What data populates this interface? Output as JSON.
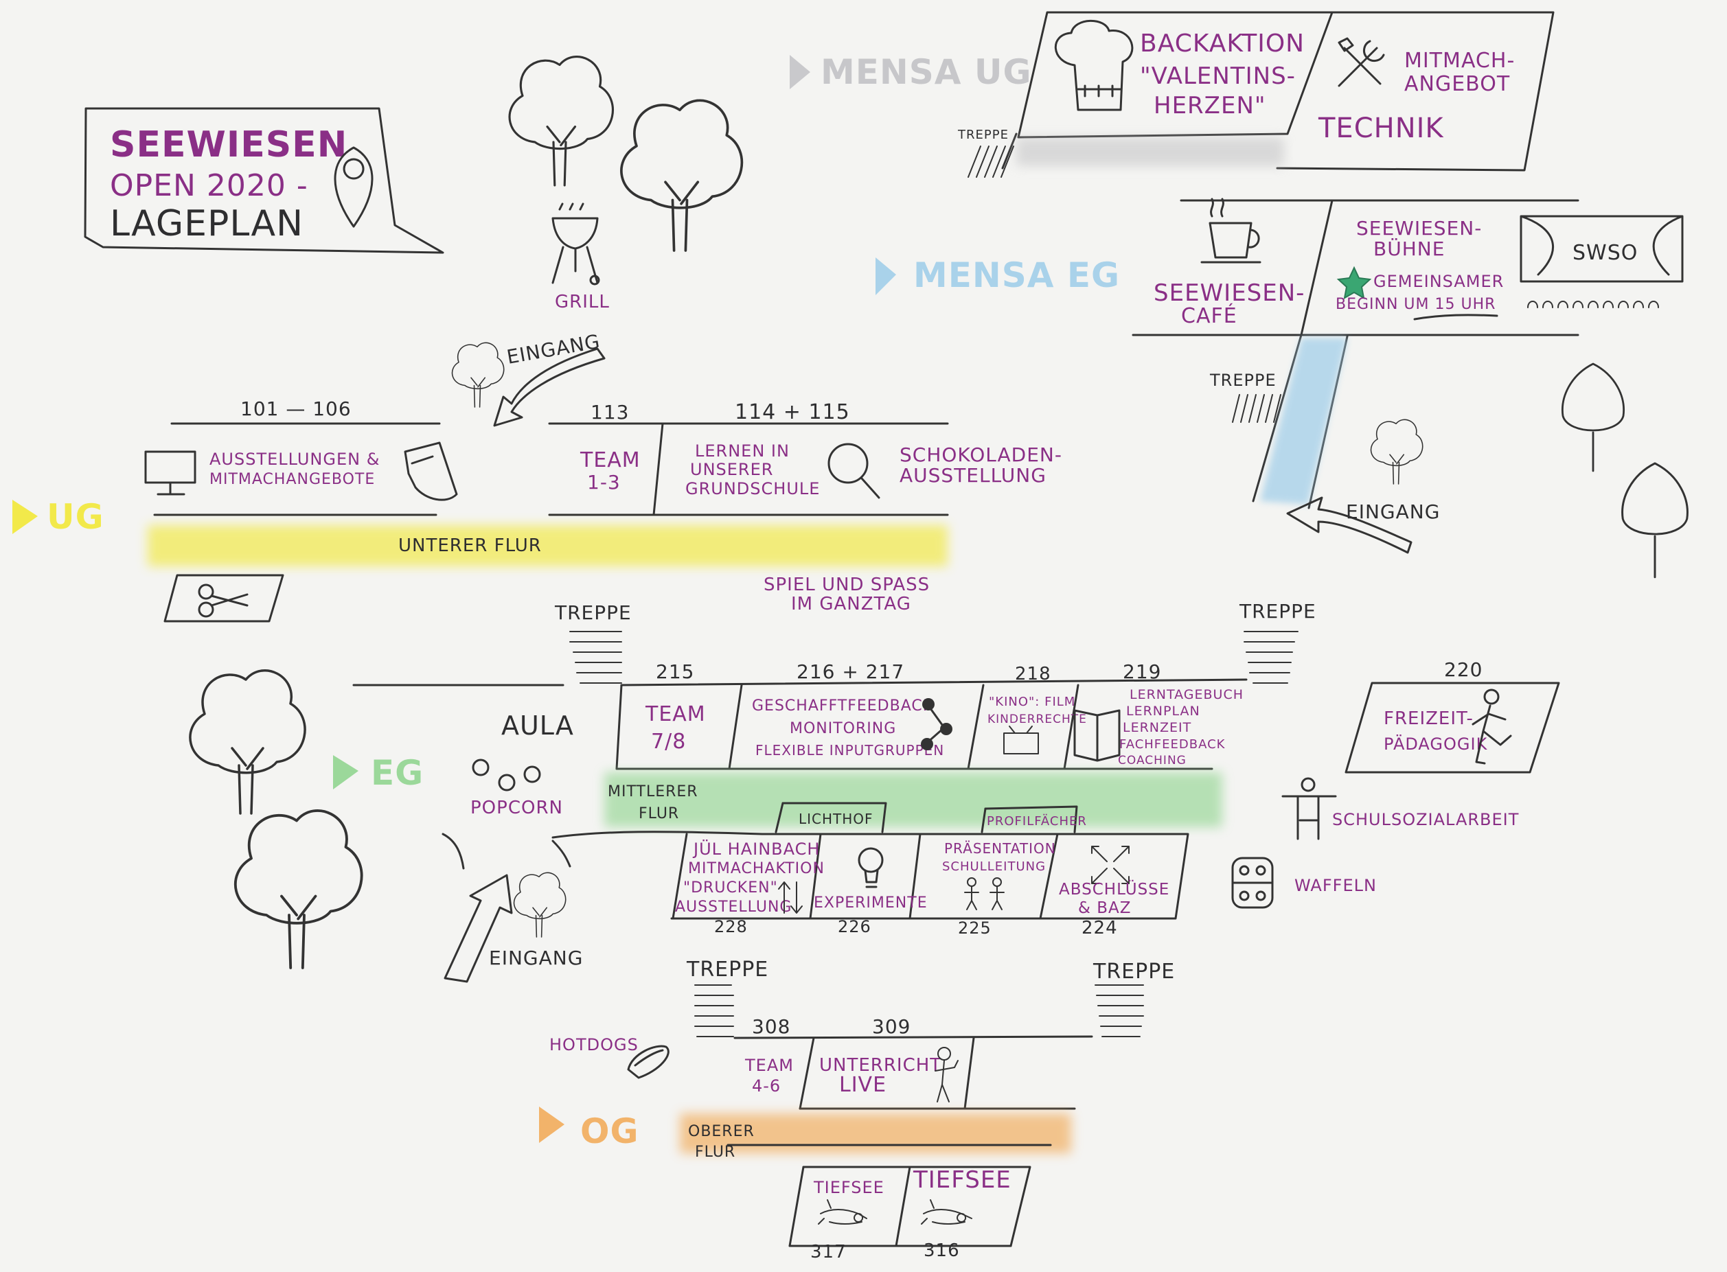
{
  "title": {
    "line1": "SEEWIESEN",
    "line2": "OPEN 2020 -",
    "line3": "LAGEPLAN"
  },
  "colors": {
    "purple": "#8a2f86",
    "ink": "#333333",
    "ug": "#f2e94a",
    "eg": "#9bd89a",
    "og": "#f2b36a",
    "mensa_ug": "#c9c9cc",
    "mensa_eg": "#a9d2ea",
    "star": "#3aa672"
  },
  "floors": {
    "mensa_ug": "MENSA UG",
    "mensa_eg": "MENSA EG",
    "ug": "UG",
    "eg": "EG",
    "og": "OG"
  },
  "corridors": {
    "ug": "UNTERER FLUR",
    "eg_line1": "MITTLERER",
    "eg_line2": "FLUR",
    "og_line1": "OBERER",
    "og_line2": "FLUR"
  },
  "labels": {
    "grill": "GRILL",
    "eingang": "EINGANG",
    "treppe": "TREPPE",
    "aula": "AULA",
    "popcorn": "POPCORN",
    "hotdogs": "HOTDOGS",
    "waffeln": "WAFFELN",
    "schulsozialarbeit": "SCHULSOZIALARBEIT",
    "spiel_line1": "SPIEL UND SPASS",
    "spiel_line2": "IM GANZTAG",
    "lichthof": "LICHTHOF",
    "profilfaecher": "PROFILFÄCHER",
    "swso": "SWSO"
  },
  "mensa_ug": {
    "backaktion": [
      "BACKAKTION",
      "\"VALENTINS-",
      "HERZEN\""
    ],
    "mitmach": [
      "MITMACH-",
      "ANGEBOT"
    ],
    "technik": "TECHNIK"
  },
  "mensa_eg": {
    "cafe": [
      "SEEWIESEN-",
      "CAFÉ"
    ],
    "buehne": [
      "SEEWIESEN-",
      "BÜHNE"
    ],
    "beginn": [
      "GEMEINSAMER",
      "BEGINN UM 15 UHR"
    ]
  },
  "ug": {
    "nums": {
      "r101": "101 — 106",
      "r113": "113",
      "r114": "114 + 115"
    },
    "ausstellungen": [
      "AUSSTELLUNGEN &",
      "MITMACHANGEBOTE"
    ],
    "team13": [
      "TEAM",
      "1-3"
    ],
    "lernen": [
      "LERNEN IN",
      "UNSERER",
      "GRUNDSCHULE"
    ],
    "schokolade": [
      "SCHOKOLADEN-",
      "AUSSTELLUNG"
    ]
  },
  "eg": {
    "nums": {
      "r215": "215",
      "r216": "216 + 217",
      "r218": "218",
      "r219": "219",
      "r220": "220",
      "r228": "228",
      "r226": "226",
      "r225": "225",
      "r224": "224"
    },
    "team78": [
      "TEAM",
      "7/8"
    ],
    "feedback": [
      "GESCHAFFTFEEDBACK",
      "MONITORING",
      "FLEXIBLE INPUTGRUPPEN"
    ],
    "kino": [
      "\"KINO\": FILM",
      "KINDERRECHTE"
    ],
    "lerntagebuch": [
      "LERNTAGEBUCH",
      "LERNPLAN",
      "LERNZEIT",
      "FACHFEEDBACK",
      "COACHING"
    ],
    "freizeit": [
      "FREIZEIT-",
      "PÄDAGOGIK"
    ],
    "juel": [
      "JÜL HAINBACH",
      "MITMACHAKTION",
      "\"DRUCKEN\"",
      "AUSSTELLUNG"
    ],
    "experimente": "EXPERIMENTE",
    "praesentation": [
      "PRÄSENTATION",
      "SCHULLEITUNG"
    ],
    "abschluesse": [
      "ABSCHLÜSSE",
      "& BAZ"
    ]
  },
  "og": {
    "nums": {
      "r308": "308",
      "r309": "309",
      "r317": "317",
      "r316": "316"
    },
    "team46": [
      "TEAM",
      "4-6"
    ],
    "unterricht": [
      "UNTERRICHT",
      "LIVE"
    ],
    "tiefsee": "TIEFSEE"
  }
}
